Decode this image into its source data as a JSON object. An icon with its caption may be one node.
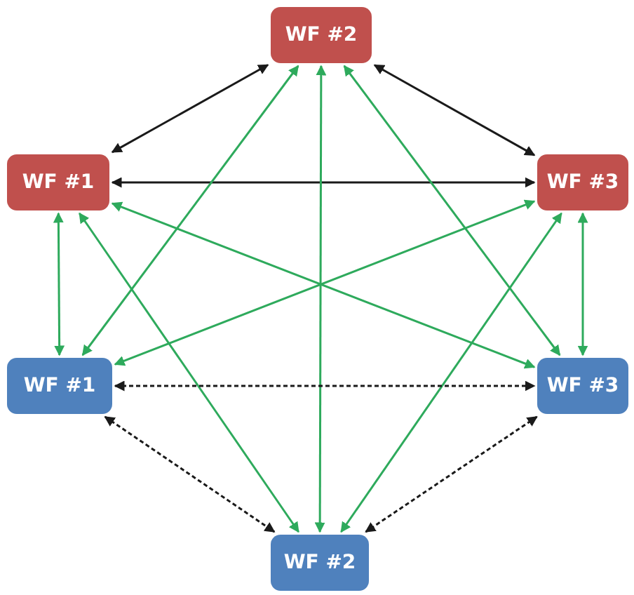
{
  "diagram": {
    "nodes": [
      {
        "text": [
          "WF #2"
        ]
      },
      {
        "text": [
          "WF #1"
        ]
      },
      {
        "text": [
          "WF #3"
        ]
      },
      {
        "text": [
          "WF #1"
        ]
      },
      {
        "text": [
          "WF #3"
        ]
      },
      {
        "text": [
          "WF #2"
        ]
      }
    ],
    "edges": [
      {
        "from": 0,
        "to": 1,
        "arrow": "both",
        "color": "#1a1a1a"
      },
      {
        "from": 0,
        "to": 2,
        "arrow": "both",
        "color": "#1a1a1a"
      },
      {
        "from": 1,
        "to": 2,
        "arrow": "both",
        "color": "#1a1a1a"
      },
      {
        "from": 1,
        "to": 3,
        "arrow": "both"
      },
      {
        "from": 2,
        "to": 4,
        "arrow": "both"
      },
      {
        "from": 0,
        "to": 3,
        "arrow": "both"
      },
      {
        "from": 0,
        "to": 5,
        "arrow": "both"
      },
      {
        "from": 0,
        "to": 4,
        "arrow": "both"
      },
      {
        "from": 1,
        "to": 4,
        "arrow": "both"
      },
      {
        "from": 1,
        "to": 5,
        "arrow": "both"
      },
      {
        "from": 2,
        "to": 3,
        "arrow": "both"
      },
      {
        "from": 2,
        "to": 5,
        "arrow": "both"
      },
      {
        "from": 3,
        "to": 4,
        "arrow": "both",
        "style": "dashed",
        "color": "#1a1a1a"
      },
      {
        "from": 3,
        "to": 5,
        "arrow": "both",
        "style": "dashed",
        "color": "#1a1a1a"
      },
      {
        "from": 4,
        "to": 5,
        "arrow": "both",
        "style": "dashed",
        "color": "#1a1a1a"
      }
    ]
  }
}
